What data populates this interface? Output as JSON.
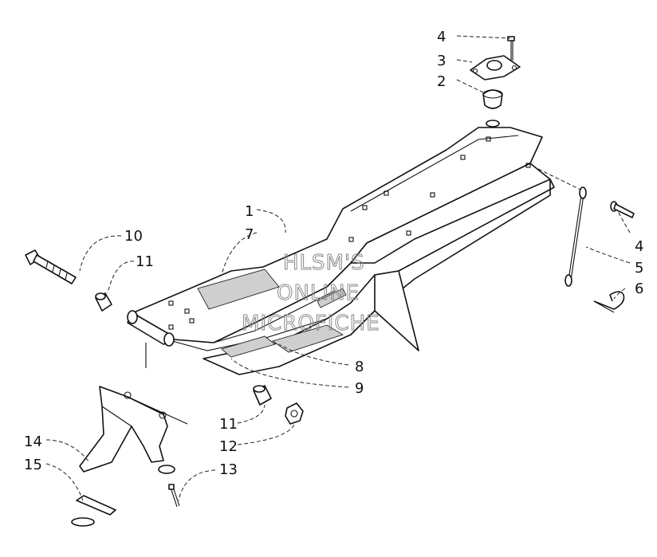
{
  "diagram": {
    "callouts": {
      "c1": "1",
      "c2": "2",
      "c3": "3",
      "c4a": "4",
      "c4b": "4",
      "c5": "5",
      "c6": "6",
      "c7": "7",
      "c8": "8",
      "c9": "9",
      "c10": "10",
      "c11a": "11",
      "c11b": "11",
      "c12": "12",
      "c13": "13",
      "c14": "14",
      "c15": "15"
    },
    "watermark": {
      "line1": "HLSM'S",
      "line2": "ONLINE",
      "line3": "MICROFICHE"
    }
  }
}
